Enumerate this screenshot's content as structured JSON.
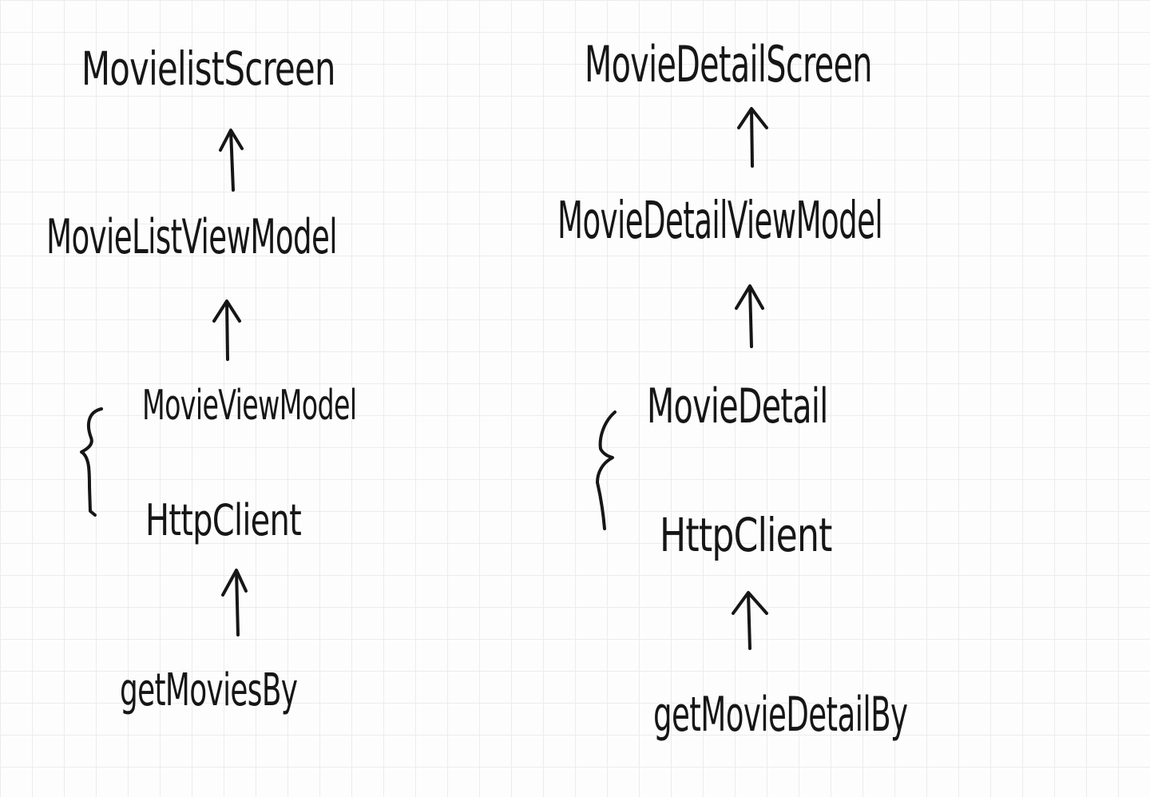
{
  "diagram": {
    "left_column": {
      "screen": "MovielistScreen",
      "view_model": "MovieListViewModel",
      "item_view_model": "MovieViewModel",
      "http_client": "HttpClient",
      "request": "getMoviesBy"
    },
    "right_column": {
      "screen": "MovieDetailScreen",
      "view_model": "MovieDetailViewModel",
      "detail": "MovieDetail",
      "http_client": "HttpClient",
      "request": "getMovieDetailBy"
    },
    "arrow_direction": "up",
    "style": {
      "ink": "#161616",
      "paper": "#fdfdfd",
      "grid": "#ececec"
    }
  }
}
